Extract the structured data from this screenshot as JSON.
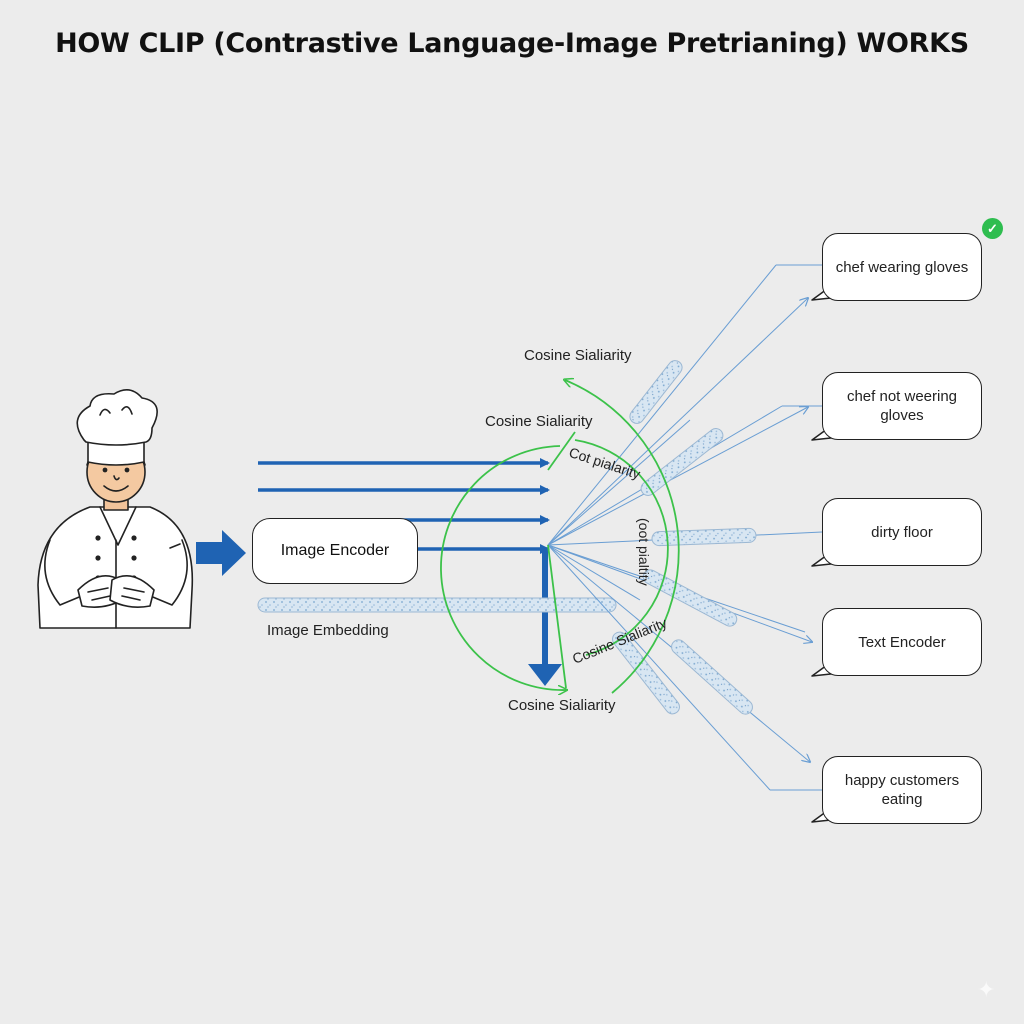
{
  "title": "HOW CLIP (Contrastive Language-Image Pretrianing) WORKS",
  "image_encoder": {
    "label": "Image Encoder"
  },
  "image_embedding": {
    "label": "Image Embedding"
  },
  "similarity_labels": [
    "Cosine Sialiarity",
    "Cosine Sialiarity",
    "Cot pialarity",
    "(oot pialtity",
    "Cosine Sialiarity",
    "Cosine Sialiarity"
  ],
  "captions": [
    {
      "text": "chef wearing gloves",
      "matched": true
    },
    {
      "text": "chef not weering gloves",
      "matched": false
    },
    {
      "text": "dirty floor",
      "matched": false
    },
    {
      "text": "Text Encoder",
      "matched": false
    },
    {
      "text": "happy customers eating",
      "matched": false
    }
  ],
  "colors": {
    "arrow_blue": "#1f63b3",
    "arc_green": "#3cc24a",
    "match_green": "#2ebd4f",
    "line_blue": "#6a9ed3"
  },
  "icons": {
    "match": "checkmark-icon",
    "input_arrow": "arrow-right-icon",
    "chef": "chef-illustration"
  }
}
